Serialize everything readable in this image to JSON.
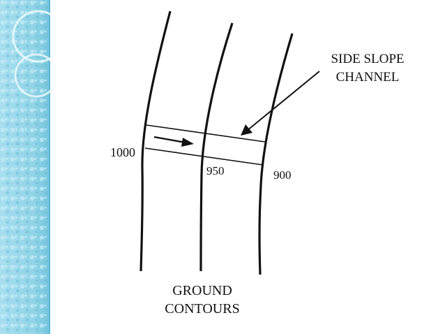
{
  "diagram": {
    "contour_labels": [
      "1000",
      "950",
      "900"
    ],
    "annotation": {
      "line1": "SIDE SLOPE",
      "line2": "CHANNEL"
    },
    "caption": {
      "line1": "GROUND",
      "line2": "CONTOURS"
    }
  },
  "colors": {
    "band": "#8fd3e6",
    "band_edge": "#6cc2da",
    "ink": "#111111"
  }
}
